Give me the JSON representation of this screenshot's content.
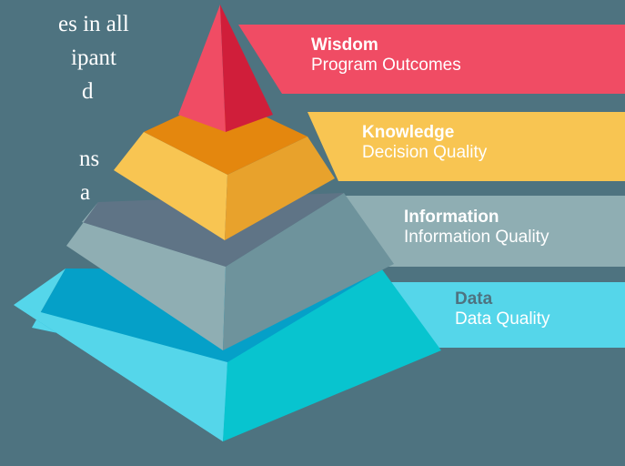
{
  "text_fragments": [
    "es in all",
    "ipant",
    "d",
    "",
    "ns",
    "a"
  ],
  "layers": [
    {
      "title": "Wisdom",
      "subtitle": "Program Outcomes",
      "band_color": "#f04c64",
      "text_color": "#ffffff",
      "subtitle_color": "#ffffff"
    },
    {
      "title": "Knowledge",
      "subtitle": "Decision Quality",
      "band_color": "#f8c552",
      "text_color": "#ffffff",
      "subtitle_color": "#ffffff"
    },
    {
      "title": "Information",
      "subtitle": "Information Quality",
      "band_color": "#8faeb3",
      "text_color": "#ffffff",
      "subtitle_color": "#ffffff"
    },
    {
      "title": "Data",
      "subtitle": "Data Quality",
      "band_color": "#55d6ea",
      "text_color": "#4e7380",
      "subtitle_color": "#ffffff"
    }
  ],
  "colors": {
    "background": "#4e7380",
    "wisdom_left": "#f04c64",
    "wisdom_right": "#d01e3a",
    "knowledge_top": "#e4870e",
    "knowledge_left": "#f8c552",
    "knowledge_right": "#e8a22c",
    "information_top": "#5f7486",
    "information_left": "#8faeb3",
    "information_right": "#6e939c",
    "data_top": "#05a0c8",
    "data_left": "#55d6ea",
    "data_right": "#08c4cf"
  }
}
